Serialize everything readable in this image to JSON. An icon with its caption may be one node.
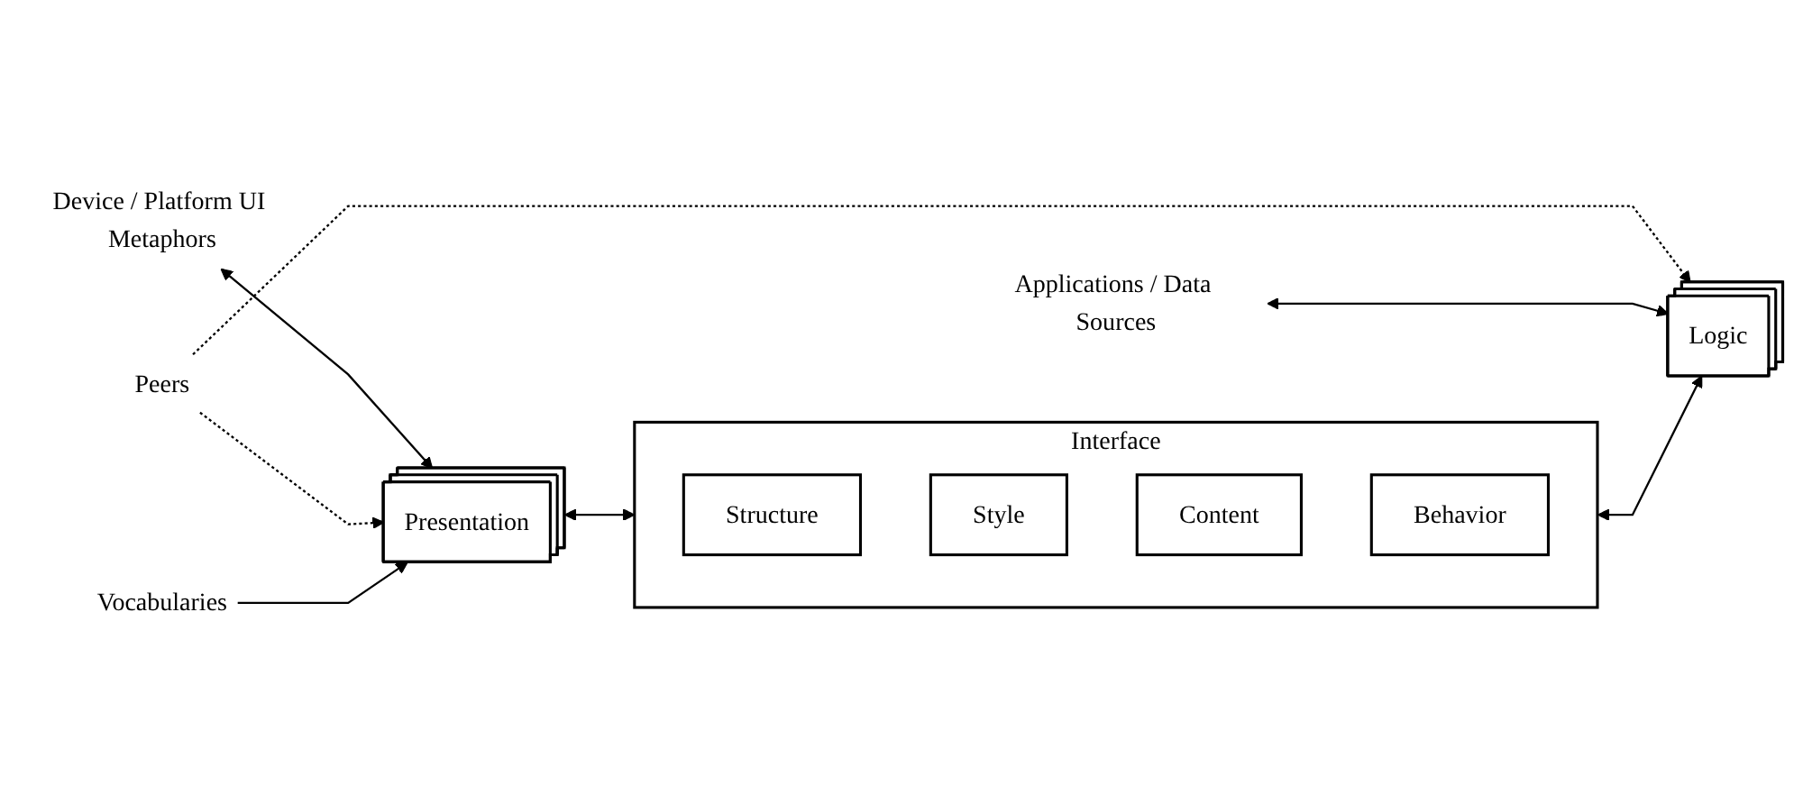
{
  "diagram": {
    "nodes": [
      {
        "text": [
          "Device / Platform UI Metaphors"
        ]
      },
      {
        "text": [
          "Peers"
        ]
      },
      {
        "text": [
          "Applications / Data Sources"
        ]
      },
      {
        "text": [
          "Presentation"
        ]
      },
      {
        "text": [
          "Interface"
        ]
      },
      {
        "text": [
          "Structure"
        ],
        "in": 4
      },
      {
        "text": [
          "Style"
        ],
        "in": 4
      },
      {
        "text": [
          "Content"
        ],
        "in": 4
      },
      {
        "text": [
          "Behavior"
        ],
        "in": 4
      },
      {
        "text": [
          "Logic"
        ]
      },
      {
        "text": [
          "Vocabularies"
        ]
      }
    ],
    "edges": [
      {
        "from": 0,
        "to": 3,
        "arrow": "both"
      },
      {
        "from": 1,
        "to": 3,
        "arrow": "to",
        "style": "dashed"
      },
      {
        "from": 1,
        "to": 9,
        "arrow": "to",
        "style": "dashed"
      },
      {
        "from": 2,
        "to": 9,
        "arrow": "both"
      },
      {
        "from": 3,
        "to": 4,
        "arrow": "both"
      },
      {
        "from": 4,
        "to": 9,
        "arrow": "both"
      },
      {
        "from": 10,
        "to": 3,
        "arrow": "to"
      }
    ]
  }
}
